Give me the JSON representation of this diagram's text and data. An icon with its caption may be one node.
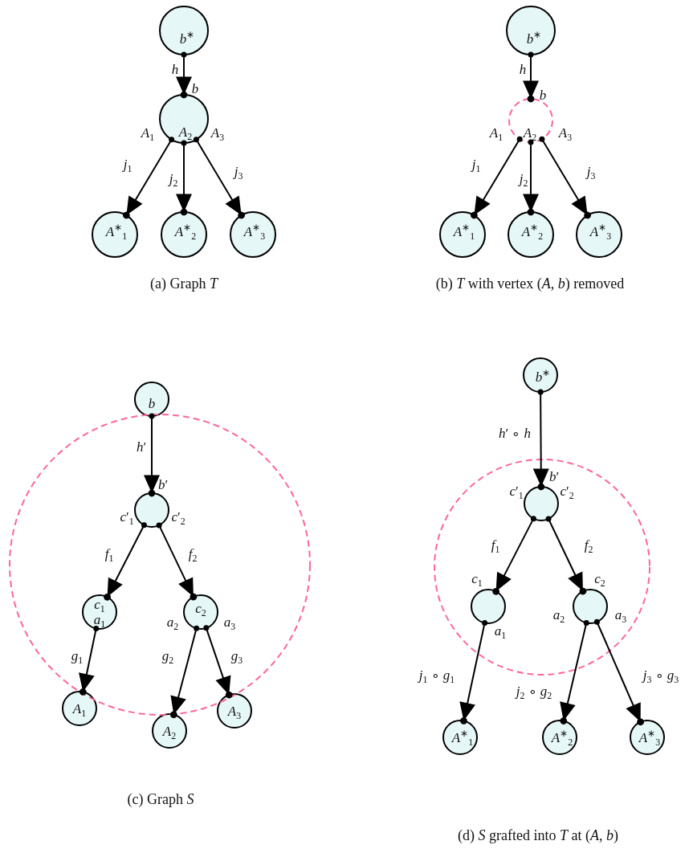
{
  "diagram": {
    "nodes": [
      {
        "text": [
          "*b*$^{∗}$"
        ]
      },
      {
        "text": [
          "*A*$_{2}$"
        ],
        "beside": [
          "*b*",
          "*A*$_{1}$",
          "*A*$_{3}$"
        ]
      },
      {
        "text": [
          "*A*$^{∗}$$_{1}$"
        ]
      },
      {
        "text": [
          "*A*$^{∗}$$_{2}$"
        ]
      },
      {
        "text": [
          "*A*$^{∗}$$_{3}$"
        ]
      },
      {
        "text": [
          "*b*$^{∗}$"
        ]
      },
      {
        "text": [
          "*A*$_{2}$"
        ],
        "beside": [
          "*b*",
          "*A*$_{1}$",
          "*A*$_{3}$"
        ]
      },
      {
        "text": [
          "*A*$^{∗}$$_{1}$"
        ]
      },
      {
        "text": [
          "*A*$^{∗}$$_{2}$"
        ]
      },
      {
        "text": [
          "*A*$^{∗}$$_{3}$"
        ]
      },
      {
        "text": [
          "*b*"
        ]
      },
      {
        "text": [],
        "shape": "circle",
        "beside": [
          "*b*′",
          "*c*′$_{1}$",
          "*c*′$_{2}$"
        ]
      },
      {
        "text": [
          "*c*$_{1}$",
          "*a*$_{1}$"
        ]
      },
      {
        "text": [
          "*c*$_{2}$"
        ],
        "beside": [
          "*a*$_{2}$",
          "*a*$_{3}$"
        ]
      },
      {
        "text": [
          "*A*$_{1}$"
        ]
      },
      {
        "text": [
          "*A*$_{2}$"
        ]
      },
      {
        "text": [
          "*A*$_{3}$"
        ]
      },
      {
        "text": [
          "*b*$^{∗}$"
        ]
      },
      {
        "text": [],
        "shape": "circle",
        "beside": [
          "*b*′",
          "*c*′$_{1}$",
          "*c*′$_{2}$"
        ]
      },
      {
        "text": [],
        "shape": "circle",
        "beside": [
          "*c*$_{1}$",
          "*a*$_{1}$"
        ]
      },
      {
        "text": [],
        "shape": "circle",
        "beside": [
          "*c*$_{2}$",
          "*a*$_{2}$",
          "*a*$_{3}$"
        ]
      },
      {
        "text": [
          "*A*$^{∗}$$_{1}$"
        ]
      },
      {
        "text": [
          "*A*$^{∗}$$_{2}$"
        ]
      },
      {
        "text": [
          "*A*$^{∗}$$_{3}$"
        ]
      }
    ],
    "edges": [
      {
        "from": 0,
        "to": 1,
        "arrow": "to",
        "label": "*h*"
      },
      {
        "from": 1,
        "to": 2,
        "arrow": "to",
        "label": "*j*$_{1}$"
      },
      {
        "from": 1,
        "to": 3,
        "arrow": "to",
        "label": "*j*$_{2}$"
      },
      {
        "from": 1,
        "to": 4,
        "arrow": "to",
        "label": "*j*$_{3}$"
      },
      {
        "from": 5,
        "to": 6,
        "arrow": "to",
        "label": "*h*"
      },
      {
        "from": 6,
        "to": 7,
        "arrow": "to",
        "label": "*j*$_{1}$"
      },
      {
        "from": 6,
        "to": 8,
        "arrow": "to",
        "label": "*j*$_{2}$"
      },
      {
        "from": 6,
        "to": 9,
        "arrow": "to",
        "label": "*j*$_{3}$"
      },
      {
        "from": 10,
        "to": 11,
        "arrow": "to",
        "label": "*h*′"
      },
      {
        "from": 11,
        "to": 12,
        "arrow": "to",
        "label": "*f*$_{1}$"
      },
      {
        "from": 11,
        "to": 13,
        "arrow": "to",
        "label": "*f*$_{2}$"
      },
      {
        "from": 12,
        "to": 14,
        "arrow": "to",
        "label": "*g*$_{1}$"
      },
      {
        "from": 13,
        "to": 15,
        "arrow": "to",
        "label": "*g*$_{2}$"
      },
      {
        "from": 13,
        "to": 16,
        "arrow": "to",
        "label": "*g*$_{3}$"
      },
      {
        "from": 17,
        "to": 18,
        "arrow": "to",
        "label": "*h*′ ∘ *h*"
      },
      {
        "from": 19,
        "to": 21,
        "arrow": "to",
        "label": "*j*$_{1}$ ∘ *g*$_{1}$"
      },
      {
        "from": 20,
        "to": 22,
        "arrow": "to",
        "label": "*j*$_{2}$ ∘ *g*$_{2}$"
      },
      {
        "from": 20,
        "to": 23,
        "arrow": "to",
        "label": "*j*$_{3}$ ∘ *g*$_{3}$"
      },
      {
        "from": 18,
        "to": 19,
        "arrow": "to",
        "label": "*f*$_{1}$"
      },
      {
        "from": 18,
        "to": 20,
        "arrow": "to",
        "label": "*f*$_{2}$"
      }
    ],
    "labels": [
      "(a) Graph *T*",
      "(b) *T* with vertex (*A*, *b*) removed",
      "(c) Graph *S*",
      "(d) *S* grafted into *T* at (*A*, *b*)"
    ]
  }
}
